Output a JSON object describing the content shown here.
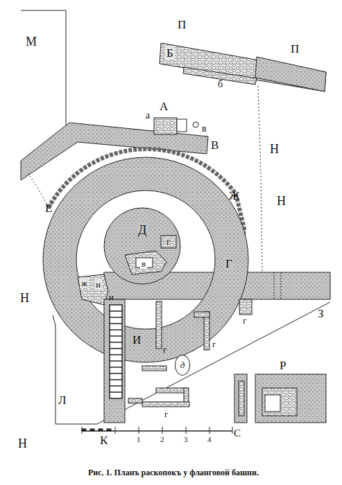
{
  "diagram": {
    "caption": "Рис. 1. Планъ раскопокъ у фланговой башни.",
    "nodes": [
      {
        "text": [
          "д"
        ]
      }
    ],
    "labels": [
      "П",
      "П",
      "Б",
      "А",
      "а",
      "б",
      "в",
      "М",
      "В",
      "Н",
      "Н",
      "Ж",
      "Е",
      "Д",
      "г",
      "ж",
      "и",
      "в",
      "и",
      "Г",
      "Н",
      "З",
      "г",
      "И",
      "г",
      "г",
      "Л",
      "Н",
      "К",
      "г",
      "Р",
      "1",
      "2",
      "3",
      "4",
      "С"
    ]
  }
}
